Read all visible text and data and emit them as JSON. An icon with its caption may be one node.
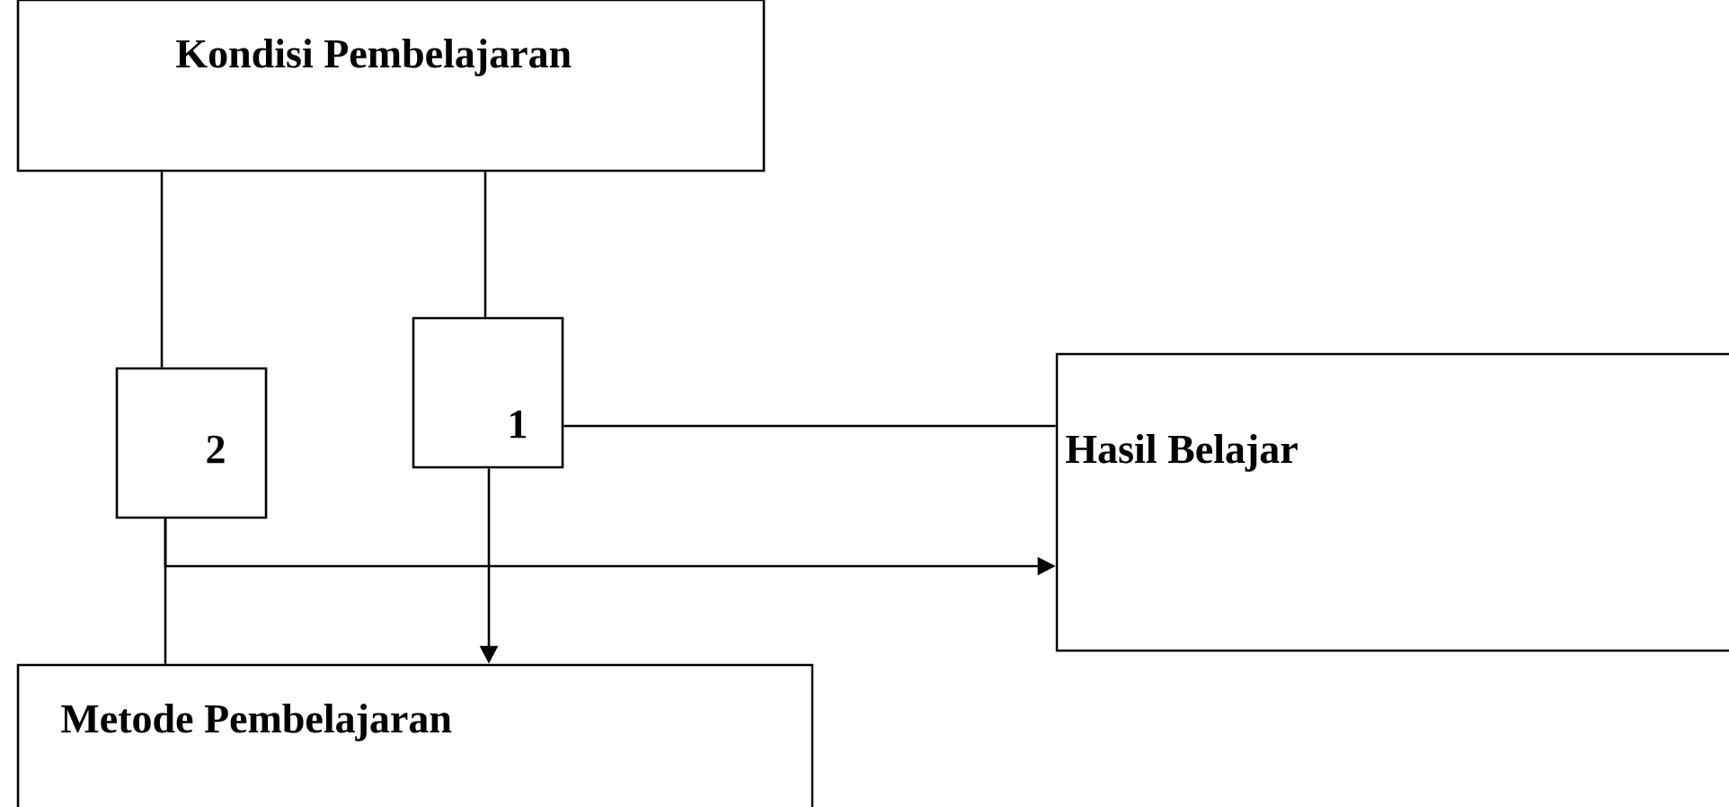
{
  "diagram": {
    "nodes": [
      {
        "text": [
          "Kondisi Pembelajaran"
        ]
      },
      {
        "text": [
          "2"
        ]
      },
      {
        "text": [
          "1"
        ]
      },
      {
        "text": [
          "Hasil Belajar"
        ]
      },
      {
        "text": [
          "Metode Pembelajaran"
        ]
      }
    ],
    "edges": [
      {
        "from": 0,
        "to": 1,
        "arrow": "none"
      },
      {
        "from": 0,
        "to": 2,
        "arrow": "none"
      },
      {
        "from": 2,
        "to": 3,
        "arrow": "none"
      },
      {
        "from": 2,
        "to": 4,
        "arrow": "to"
      },
      {
        "from": 1,
        "to": 4,
        "arrow": "none"
      },
      {
        "from": 1,
        "to": 3,
        "arrow": "to"
      }
    ]
  }
}
